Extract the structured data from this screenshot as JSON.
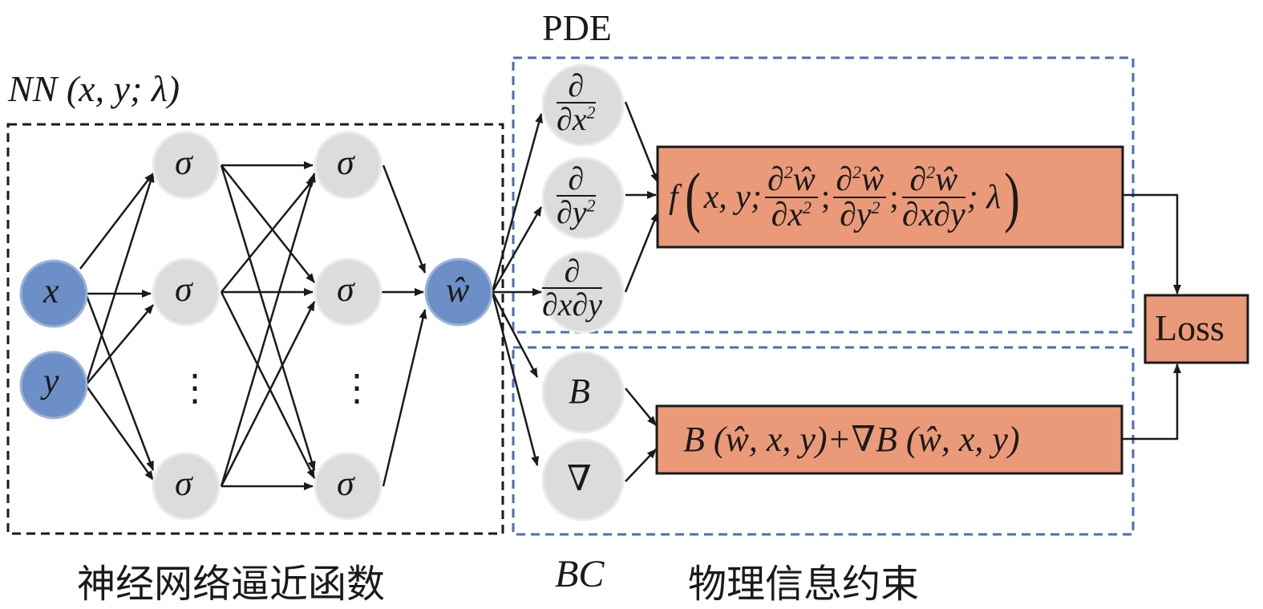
{
  "nn_label": "NN (x, y; λ)",
  "pde_label": "PDE",
  "bc_label": "BC",
  "nn_caption": "神经网络逼近函数",
  "physics_caption": "物理信息约束",
  "loss_label": "Loss",
  "input_nodes": [
    "x",
    "y"
  ],
  "hidden_node": "σ",
  "ellipsis": "⋮",
  "output_node": "ŵ",
  "derivative_ops": {
    "d": "∂",
    "dx2": "∂x",
    "dy2": "∂y",
    "sq": "2",
    "dxdy": "∂x∂y"
  },
  "bc_nodes": [
    "B",
    "∇"
  ],
  "pde_formula": {
    "f": "f",
    "args": "x, y;",
    "sep": ";",
    "num": "∂",
    "num_sup": "2",
    "num_w": "ŵ",
    "den_x2": "∂x",
    "den_y2": "∂y",
    "den_xy": "∂x∂y",
    "sup2": "2",
    "tail": "; λ"
  },
  "bc_formula": "B (ŵ, x, y)+∇B (ŵ, x, y)",
  "colors": {
    "input_node": "#6b8fc6",
    "hidden_node": "#dcdcdc",
    "box_fill": "#ea9a78",
    "blue_dash": "#4a6cc0",
    "black_dash": "#1a1a1a"
  }
}
